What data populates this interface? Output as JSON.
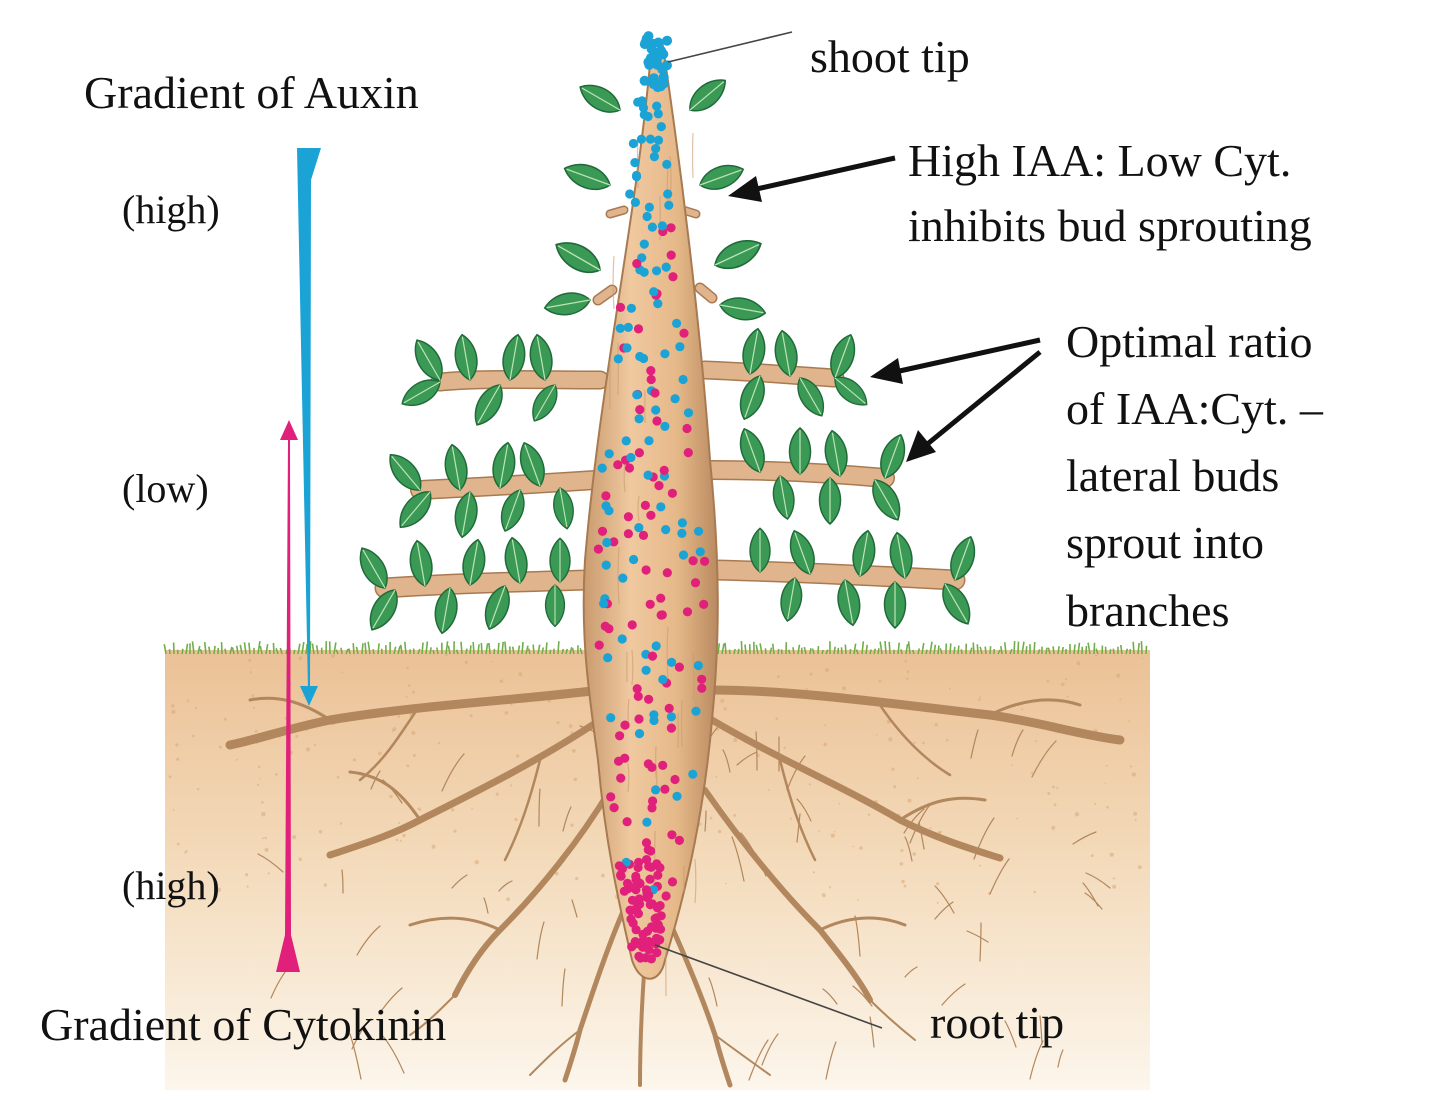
{
  "labels": {
    "auxin_title": "Gradient of Auxin",
    "cytokinin_title": "Gradient of Cytokinin",
    "high_top": "(high)",
    "low": "(low)",
    "high_bottom": "(high)",
    "shoot_tip": "shoot tip",
    "root_tip": "root tip",
    "high_iaa": [
      "High IAA: Low Cyt.",
      "inhibits bud sprouting"
    ],
    "optimal": [
      "Optimal ratio",
      "of IAA:Cyt. –",
      "lateral buds",
      "sprout into",
      "branches"
    ]
  },
  "colors": {
    "auxin": "#1ba3d6",
    "cytokinin": "#e0207a",
    "stem": "#e0b48c",
    "stem_edge": "#a87a52",
    "leaf": "#3a9a55",
    "leaf_dark": "#206a3a",
    "soil_top": "#ebc196",
    "soil_bottom": "#fbf3e6",
    "grass": "#6fae4a"
  }
}
